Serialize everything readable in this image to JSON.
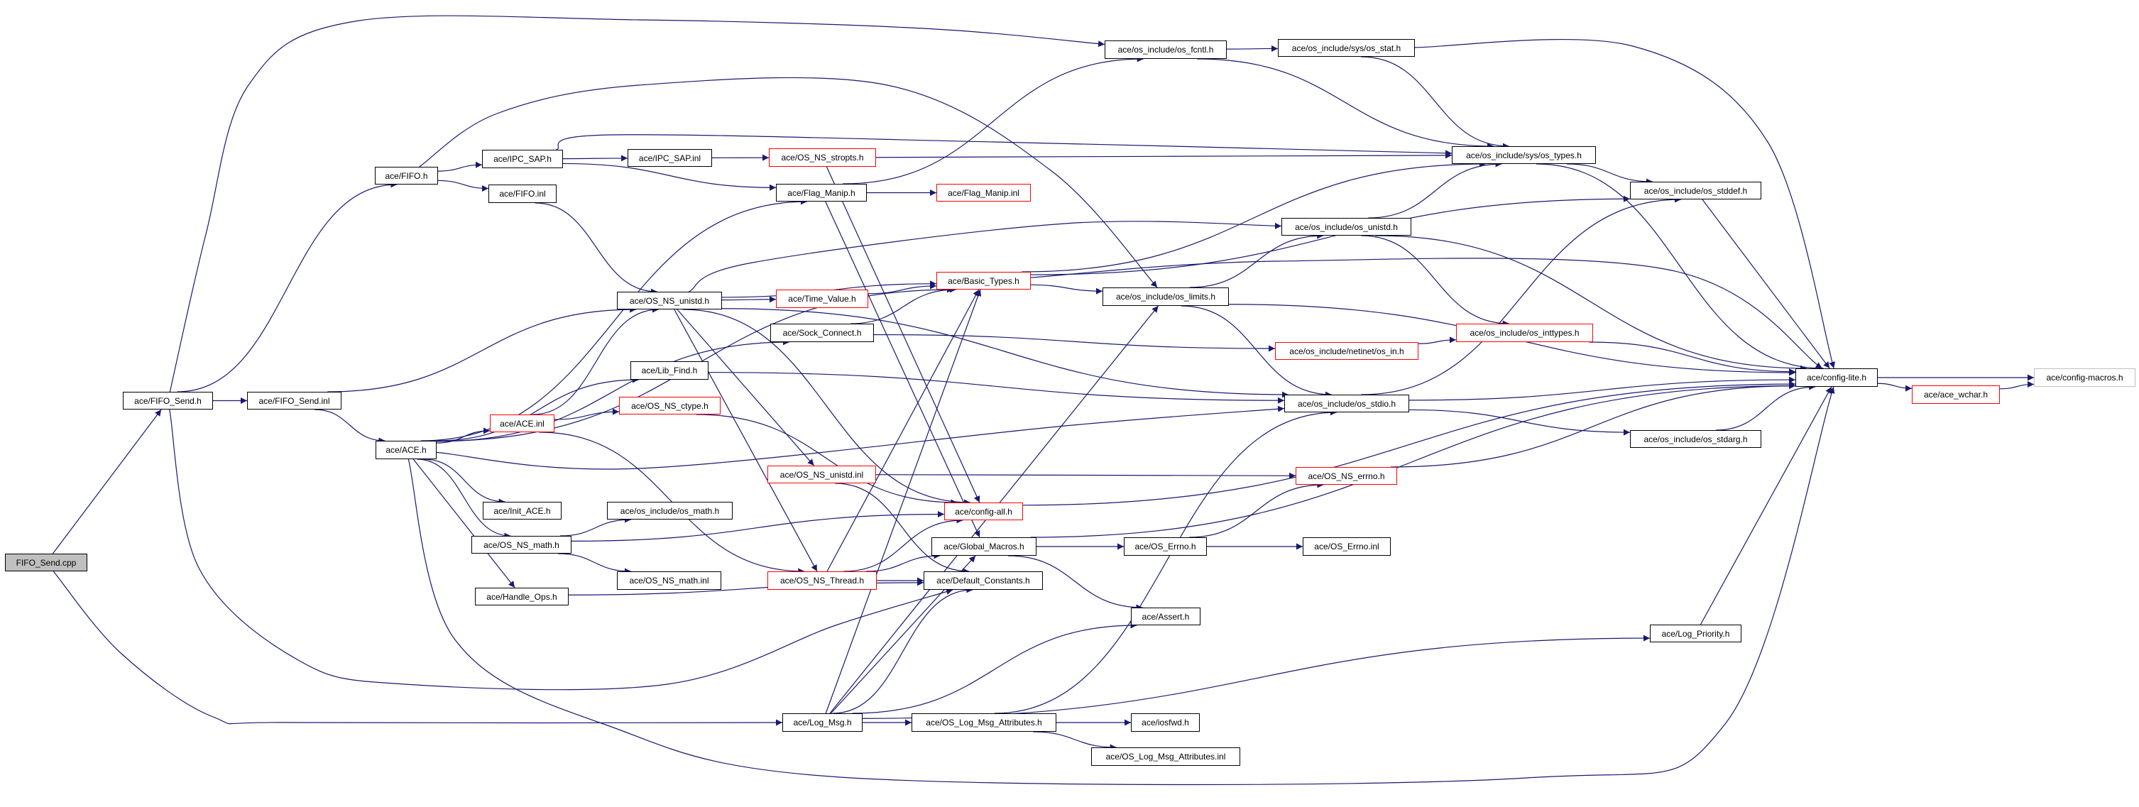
{
  "colors": {
    "edge": "#191970",
    "node_border": "#000000",
    "truncated_border": "#ff0000",
    "leaf_border": "#bfbfbf",
    "root_fill": "#bfbfbf"
  },
  "nodes": {
    "cpp": {
      "label": "FIFO_Send.cpp",
      "style": "root"
    },
    "fifo_send_h": {
      "label": "ace/FIFO_Send.h",
      "style": "black"
    },
    "fifo_send_inl": {
      "label": "ace/FIFO_Send.inl",
      "style": "black"
    },
    "fifo_h": {
      "label": "ace/FIFO.h",
      "style": "black"
    },
    "fifo_inl": {
      "label": "ace/FIFO.inl",
      "style": "black"
    },
    "ipc_sap_h": {
      "label": "ace/IPC_SAP.h",
      "style": "black"
    },
    "ipc_sap_inl": {
      "label": "ace/IPC_SAP.inl",
      "style": "black"
    },
    "os_ns_stropts_h": {
      "label": "ace/OS_NS_stropts.h",
      "style": "red"
    },
    "flag_manip_h": {
      "label": "ace/Flag_Manip.h",
      "style": "black"
    },
    "flag_manip_inl": {
      "label": "ace/Flag_Manip.inl",
      "style": "red"
    },
    "os_fcntl_h": {
      "label": "ace/os_include/os_fcntl.h",
      "style": "black"
    },
    "os_stat_h": {
      "label": "ace/os_include/sys/os_stat.h",
      "style": "black"
    },
    "os_types_h": {
      "label": "ace/os_include/sys/os_types.h",
      "style": "black"
    },
    "os_stddef_h": {
      "label": "ace/os_include/os_stddef.h",
      "style": "black"
    },
    "os_unistd_h": {
      "label": "ace/os_include/os_unistd.h",
      "style": "black"
    },
    "os_ns_unistd_h": {
      "label": "ace/OS_NS_unistd.h",
      "style": "black"
    },
    "time_value_h": {
      "label": "ace/Time_Value.h",
      "style": "red"
    },
    "basic_types_h": {
      "label": "ace/Basic_Types.h",
      "style": "red"
    },
    "os_limits_h": {
      "label": "ace/os_include/os_limits.h",
      "style": "black"
    },
    "sock_connect_h": {
      "label": "ace/Sock_Connect.h",
      "style": "black"
    },
    "os_in_h": {
      "label": "ace/os_include/netinet/os_in.h",
      "style": "red"
    },
    "os_inttypes_h": {
      "label": "ace/os_include/os_inttypes.h",
      "style": "red"
    },
    "lib_find_h": {
      "label": "ace/Lib_Find.h",
      "style": "black"
    },
    "os_stdio_h": {
      "label": "ace/os_include/os_stdio.h",
      "style": "black"
    },
    "os_stdarg_h": {
      "label": "ace/os_include/os_stdarg.h",
      "style": "black"
    },
    "config_lite_h": {
      "label": "ace/config-lite.h",
      "style": "black"
    },
    "ace_wchar_h": {
      "label": "ace/ace_wchar.h",
      "style": "red"
    },
    "config_macros_h": {
      "label": "ace/config-macros.h",
      "style": "gray"
    },
    "ace_h": {
      "label": "ace/ACE.h",
      "style": "black"
    },
    "ace_inl": {
      "label": "ace/ACE.inl",
      "style": "red"
    },
    "os_ns_ctype_h": {
      "label": "ace/OS_NS_ctype.h",
      "style": "red"
    },
    "os_ns_unistd_inl": {
      "label": "ace/OS_NS_unistd.inl",
      "style": "red"
    },
    "os_ns_errno_h": {
      "label": "ace/OS_NS_errno.h",
      "style": "red"
    },
    "init_ace_h": {
      "label": "ace/Init_ACE.h",
      "style": "black"
    },
    "os_math_h": {
      "label": "ace/os_include/os_math.h",
      "style": "black"
    },
    "config_all_h": {
      "label": "ace/config-all.h",
      "style": "red"
    },
    "os_ns_math_h": {
      "label": "ace/OS_NS_math.h",
      "style": "black"
    },
    "global_macros_h": {
      "label": "ace/Global_Macros.h",
      "style": "black"
    },
    "os_errno_h": {
      "label": "ace/OS_Errno.h",
      "style": "black"
    },
    "os_errno_inl": {
      "label": "ace/OS_Errno.inl",
      "style": "black"
    },
    "os_ns_math_inl": {
      "label": "ace/OS_NS_math.inl",
      "style": "black"
    },
    "os_ns_thread_h": {
      "label": "ace/OS_NS_Thread.h",
      "style": "red"
    },
    "default_constants_h": {
      "label": "ace/Default_Constants.h",
      "style": "black"
    },
    "handle_ops_h": {
      "label": "ace/Handle_Ops.h",
      "style": "black"
    },
    "assert_h": {
      "label": "ace/Assert.h",
      "style": "black"
    },
    "log_priority_h": {
      "label": "ace/Log_Priority.h",
      "style": "black"
    },
    "log_msg_h": {
      "label": "ace/Log_Msg.h",
      "style": "black"
    },
    "os_log_msg_attributes_h": {
      "label": "ace/OS_Log_Msg_Attributes.h",
      "style": "black"
    },
    "iosfwd_h": {
      "label": "ace/iosfwd.h",
      "style": "black"
    },
    "os_log_msg_attributes_inl": {
      "label": "ace/OS_Log_Msg_Attributes.inl",
      "style": "black"
    }
  },
  "edges": [
    [
      "cpp",
      "fifo_send_h"
    ],
    [
      "cpp",
      "log_msg_h"
    ],
    [
      "fifo_send_h",
      "fifo_send_inl"
    ],
    [
      "fifo_send_h",
      "fifo_h"
    ],
    [
      "fifo_send_h",
      "os_fcntl_h"
    ],
    [
      "fifo_send_h",
      "default_constants_h"
    ],
    [
      "fifo_send_inl",
      "os_ns_unistd_h"
    ],
    [
      "fifo_send_inl",
      "ace_h"
    ],
    [
      "fifo_h",
      "ipc_sap_h"
    ],
    [
      "fifo_h",
      "fifo_inl"
    ],
    [
      "fifo_h",
      "os_limits_h"
    ],
    [
      "ipc_sap_h",
      "ipc_sap_inl"
    ],
    [
      "ipc_sap_h",
      "flag_manip_h"
    ],
    [
      "ipc_sap_h",
      "os_types_h"
    ],
    [
      "ipc_sap_inl",
      "os_ns_stropts_h"
    ],
    [
      "fifo_inl",
      "os_ns_unistd_h"
    ],
    [
      "os_ns_stropts_h",
      "config_all_h"
    ],
    [
      "os_ns_stropts_h",
      "os_types_h"
    ],
    [
      "flag_manip_h",
      "flag_manip_inl"
    ],
    [
      "flag_manip_h",
      "os_fcntl_h"
    ],
    [
      "flag_manip_h",
      "global_macros_h"
    ],
    [
      "os_fcntl_h",
      "os_stat_h"
    ],
    [
      "os_fcntl_h",
      "os_types_h"
    ],
    [
      "os_stat_h",
      "os_types_h"
    ],
    [
      "os_stat_h",
      "config_lite_h"
    ],
    [
      "os_ns_unistd_h",
      "time_value_h"
    ],
    [
      "os_ns_unistd_h",
      "basic_types_h"
    ],
    [
      "os_ns_unistd_h",
      "os_unistd_h"
    ],
    [
      "os_ns_unistd_h",
      "os_stdio_h"
    ],
    [
      "os_ns_unistd_h",
      "os_ns_unistd_inl"
    ],
    [
      "os_ns_unistd_h",
      "config_all_h"
    ],
    [
      "os_ns_unistd_h",
      "os_ns_thread_h"
    ],
    [
      "time_value_h",
      "basic_types_h"
    ],
    [
      "sock_connect_h",
      "basic_types_h"
    ],
    [
      "sock_connect_h",
      "os_in_h"
    ],
    [
      "basic_types_h",
      "os_limits_h"
    ],
    [
      "basic_types_h",
      "os_types_h"
    ],
    [
      "basic_types_h",
      "os_stddef_h"
    ],
    [
      "basic_types_h",
      "config_lite_h"
    ],
    [
      "os_limits_h",
      "os_unistd_h"
    ],
    [
      "os_limits_h",
      "os_stdio_h"
    ],
    [
      "os_limits_h",
      "config_lite_h"
    ],
    [
      "os_unistd_h",
      "os_types_h"
    ],
    [
      "os_unistd_h",
      "os_inttypes_h"
    ],
    [
      "os_unistd_h",
      "config_lite_h"
    ],
    [
      "os_in_h",
      "os_inttypes_h"
    ],
    [
      "os_inttypes_h",
      "config_lite_h"
    ],
    [
      "os_types_h",
      "os_stddef_h"
    ],
    [
      "os_types_h",
      "config_lite_h"
    ],
    [
      "os_stddef_h",
      "config_lite_h"
    ],
    [
      "os_stdio_h",
      "os_stddef_h"
    ],
    [
      "os_stdio_h",
      "os_stdarg_h"
    ],
    [
      "os_stdio_h",
      "config_lite_h"
    ],
    [
      "os_stdarg_h",
      "config_lite_h"
    ],
    [
      "config_lite_h",
      "config_macros_h"
    ],
    [
      "config_lite_h",
      "ace_wchar_h"
    ],
    [
      "ace_wchar_h",
      "config_macros_h"
    ],
    [
      "ace_h",
      "ace_inl"
    ],
    [
      "ace_h",
      "init_ace_h"
    ],
    [
      "ace_h",
      "os_ns_math_h"
    ],
    [
      "ace_h",
      "handle_ops_h"
    ],
    [
      "ace_h",
      "lib_find_h"
    ],
    [
      "ace_h",
      "sock_connect_h"
    ],
    [
      "ace_h",
      "flag_manip_h"
    ],
    [
      "ace_h",
      "os_stdio_h"
    ],
    [
      "ace_h",
      "config_lite_h"
    ],
    [
      "ace_h",
      "basic_types_h"
    ],
    [
      "ace_inl",
      "os_ns_unistd_h"
    ],
    [
      "ace_inl",
      "os_ns_ctype_h"
    ],
    [
      "ace_inl",
      "os_ns_thread_h"
    ],
    [
      "os_ns_ctype_h",
      "config_all_h"
    ],
    [
      "lib_find_h",
      "os_stdio_h"
    ],
    [
      "os_ns_math_h",
      "os_math_h"
    ],
    [
      "os_ns_math_h",
      "os_ns_math_inl"
    ],
    [
      "os_ns_math_h",
      "config_all_h"
    ],
    [
      "handle_ops_h",
      "default_constants_h"
    ],
    [
      "os_ns_unistd_inl",
      "os_ns_errno_h"
    ],
    [
      "os_ns_unistd_inl",
      "default_constants_h"
    ],
    [
      "os_ns_thread_h",
      "default_constants_h"
    ],
    [
      "os_ns_thread_h",
      "global_macros_h"
    ],
    [
      "os_ns_thread_h",
      "config_all_h"
    ],
    [
      "os_ns_thread_h",
      "basic_types_h"
    ],
    [
      "config_all_h",
      "config_lite_h"
    ],
    [
      "global_macros_h",
      "os_errno_h"
    ],
    [
      "global_macros_h",
      "assert_h"
    ],
    [
      "global_macros_h",
      "config_lite_h"
    ],
    [
      "os_errno_h",
      "os_errno_inl"
    ],
    [
      "os_errno_h",
      "os_ns_errno_h"
    ],
    [
      "os_ns_errno_h",
      "config_lite_h"
    ],
    [
      "log_msg_h",
      "os_log_msg_attributes_h"
    ],
    [
      "log_msg_h",
      "log_priority_h"
    ],
    [
      "log_msg_h",
      "assert_h"
    ],
    [
      "log_msg_h",
      "global_macros_h"
    ],
    [
      "log_msg_h",
      "default_constants_h"
    ],
    [
      "log_msg_h",
      "os_limits_h"
    ],
    [
      "log_msg_h",
      "basic_types_h"
    ],
    [
      "os_log_msg_attributes_h",
      "iosfwd_h"
    ],
    [
      "os_log_msg_attributes_h",
      "os_log_msg_attributes_inl"
    ],
    [
      "os_log_msg_attributes_h",
      "os_stdio_h"
    ],
    [
      "log_priority_h",
      "config_lite_h"
    ]
  ]
}
